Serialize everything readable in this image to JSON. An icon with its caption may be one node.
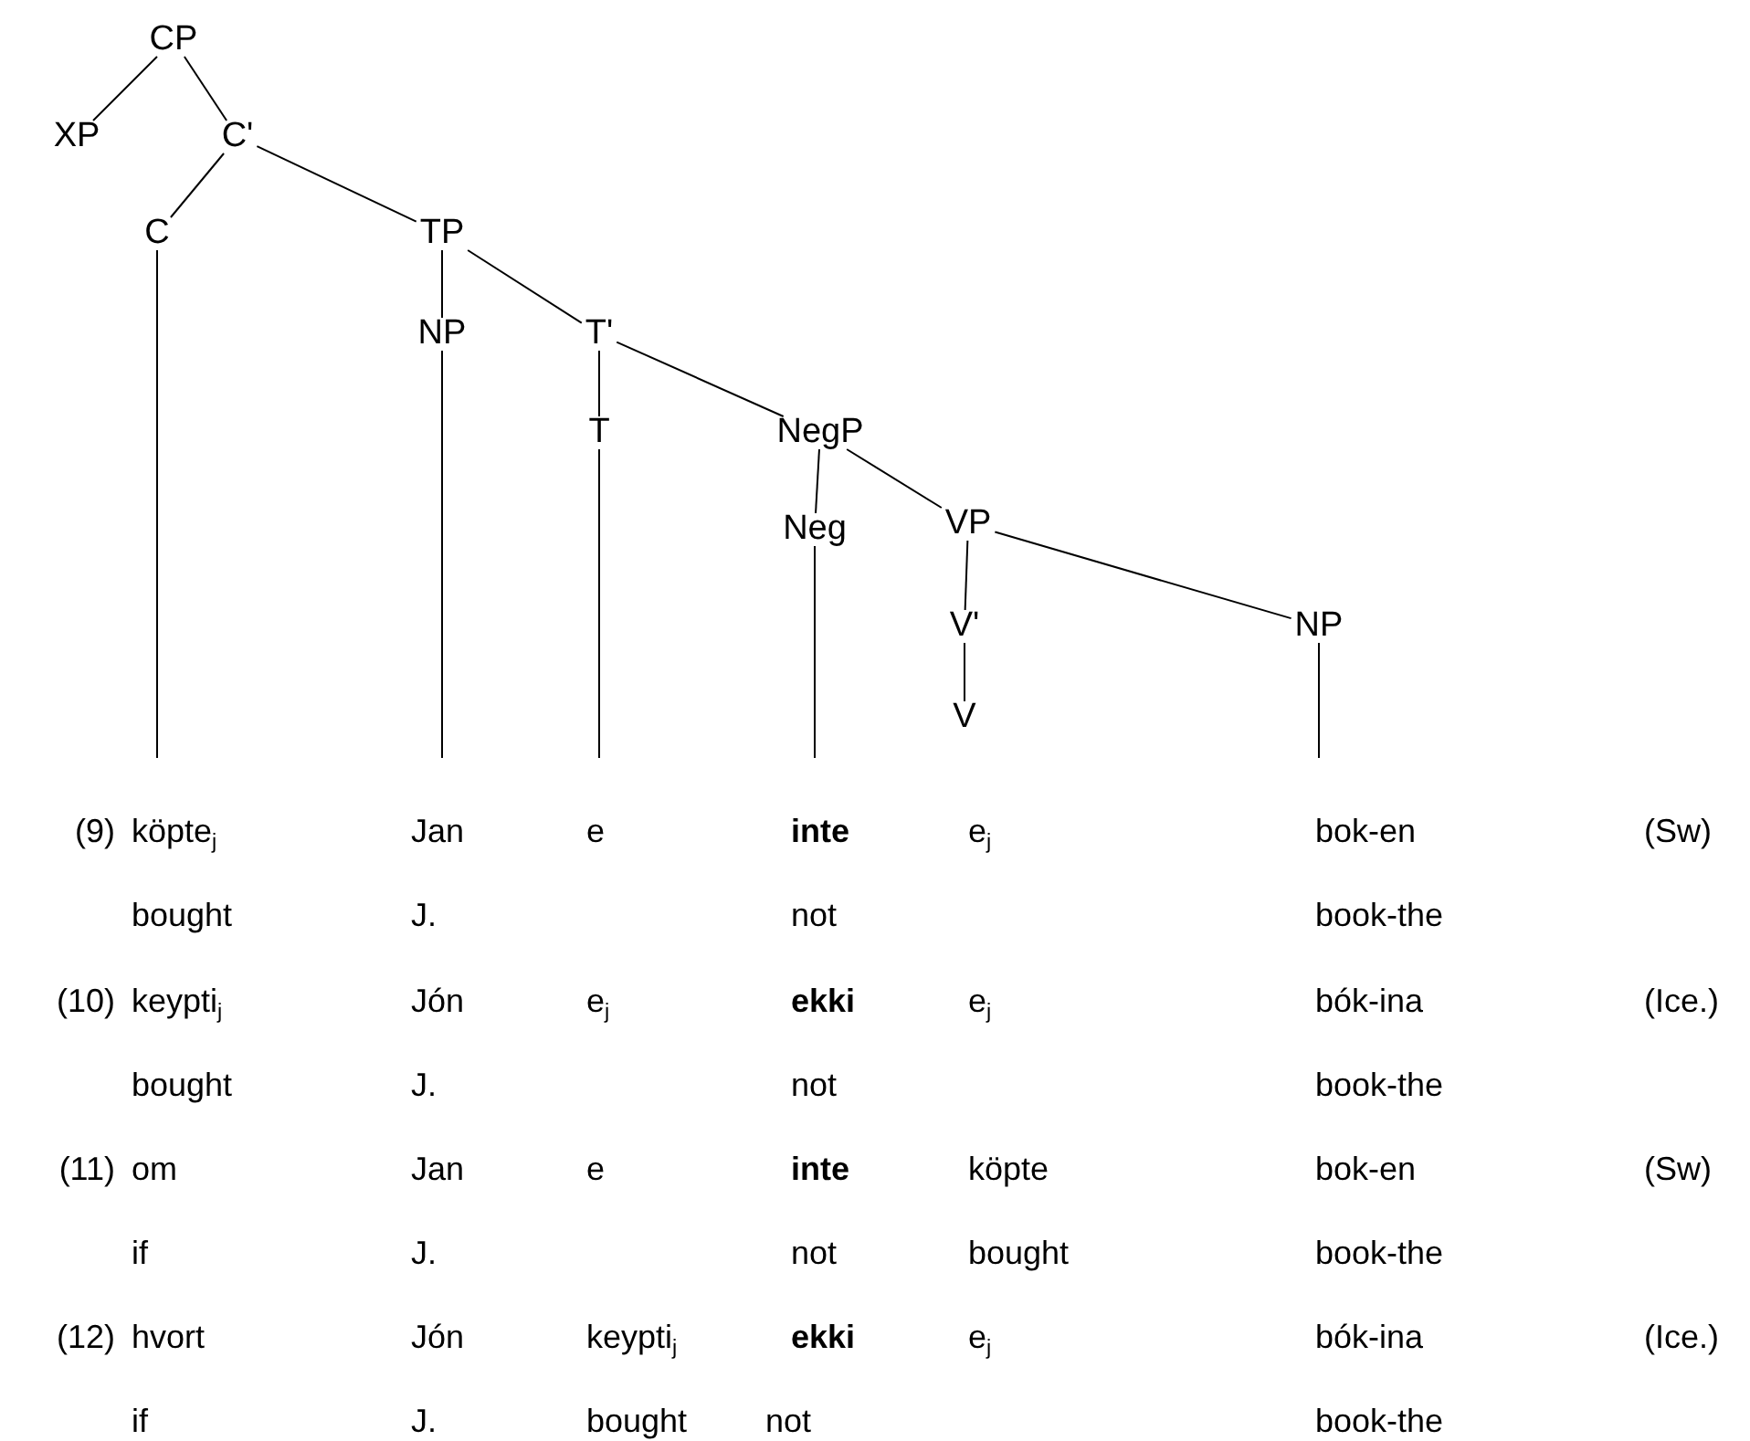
{
  "diagram": {
    "nodes": [
      {
        "text": [
          "CP"
        ]
      },
      {
        "text": [
          "XP"
        ]
      },
      {
        "text": [
          "C'"
        ]
      },
      {
        "text": [
          "C"
        ]
      },
      {
        "text": [
          "TP"
        ]
      },
      {
        "text": [
          "NP"
        ]
      },
      {
        "text": [
          "T'"
        ]
      },
      {
        "text": [
          "T"
        ]
      },
      {
        "text": [
          "NegP"
        ]
      },
      {
        "text": [
          "Neg"
        ]
      },
      {
        "text": [
          "VP"
        ]
      },
      {
        "text": [
          "V'"
        ]
      },
      {
        "text": [
          "NP"
        ]
      },
      {
        "text": [
          "V"
        ]
      }
    ],
    "edges": [
      {
        "from": 0,
        "to": 1,
        "arrow": "none"
      },
      {
        "from": 0,
        "to": 2,
        "arrow": "none"
      },
      {
        "from": 2,
        "to": 3,
        "arrow": "none"
      },
      {
        "from": 2,
        "to": 4,
        "arrow": "none"
      },
      {
        "from": 4,
        "to": 5,
        "arrow": "none"
      },
      {
        "from": 4,
        "to": 6,
        "arrow": "none"
      },
      {
        "from": 6,
        "to": 7,
        "arrow": "none"
      },
      {
        "from": 6,
        "to": 8,
        "arrow": "none"
      },
      {
        "from": 8,
        "to": 9,
        "arrow": "none"
      },
      {
        "from": 8,
        "to": 10,
        "arrow": "none"
      },
      {
        "from": 10,
        "to": 11,
        "arrow": "none"
      },
      {
        "from": 10,
        "to": 12,
        "arrow": "none"
      },
      {
        "from": 11,
        "to": 13,
        "arrow": "none"
      },
      {
        "from": 3,
        "to": null,
        "arrow": "none"
      },
      {
        "from": 5,
        "to": null,
        "arrow": "none"
      },
      {
        "from": 7,
        "to": null,
        "arrow": "none"
      },
      {
        "from": 9,
        "to": null,
        "arrow": "none"
      },
      {
        "from": 12,
        "to": null,
        "arrow": "none"
      }
    ],
    "labels": [
      "(9)",
      "köpte$_{j}$",
      "Jan",
      "e",
      "inte",
      "e$_{j}$",
      "bok-en",
      "(Sw)",
      "bought",
      "J.",
      "not",
      "book-the",
      "(10)",
      "keypti$_{j}$",
      "Jón",
      "e$_{j}$",
      "ekki",
      "e$_{j}$",
      "bók-ina",
      "(Ice.)",
      "bought",
      "J.",
      "not",
      "book-the",
      "(11)",
      "om",
      "Jan",
      "e",
      "inte",
      "köpte",
      "bok-en",
      "(Sw)",
      "if",
      "J.",
      "not",
      "bought",
      "book-the",
      "(12)",
      "hvort",
      "Jón",
      "keypti$_{j}$",
      "ekki",
      "e$_{j}$",
      "bók-ina",
      "(Ice.)",
      "if",
      "J.",
      "bought",
      "not",
      "book-the"
    ]
  }
}
